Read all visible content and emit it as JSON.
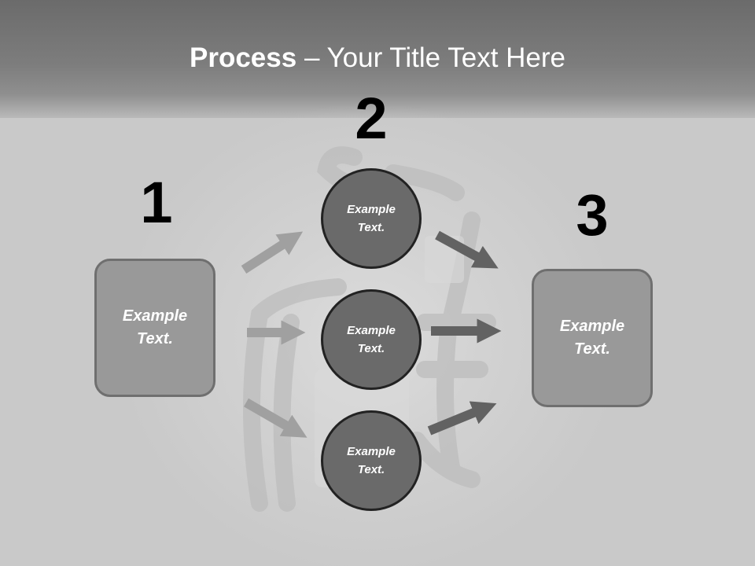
{
  "slide": {
    "title_bold": "Process",
    "title_rest": " – Your Title Text Here"
  },
  "steps": [
    {
      "number": "1"
    },
    {
      "number": "2"
    },
    {
      "number": "3"
    }
  ],
  "left_box": {
    "line1": "Example",
    "line2": "Text."
  },
  "right_box": {
    "line1": "Example",
    "line2": "Text."
  },
  "circles": [
    {
      "line1": "Example",
      "line2": "Text."
    },
    {
      "line1": "Example",
      "line2": "Text."
    },
    {
      "line1": "Example",
      "line2": "Text."
    }
  ],
  "colors": {
    "header": "#6b6b6b",
    "background": "#c9c9c9",
    "box_fill": "#999999",
    "circle_fill": "#6a6a6a",
    "arrow_light": "#a0a0a0",
    "arrow_dark": "#626262"
  }
}
